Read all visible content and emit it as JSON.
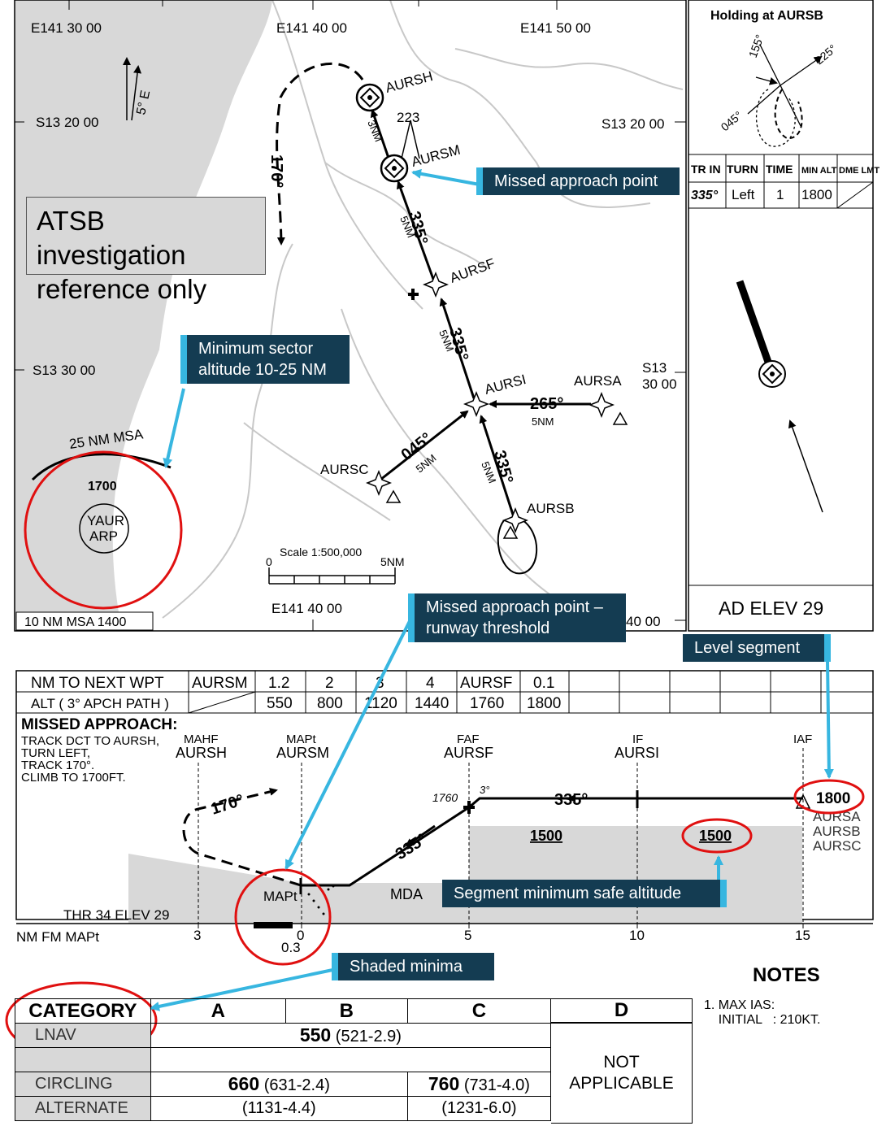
{
  "plan_view": {
    "grid_labels": {
      "lon_30": "E141 30 00",
      "lon_40": "E141 40 00",
      "lon_50": "E141 50 00",
      "lon_bottom": "E141 40 00",
      "lon_bottom_right": "40 00",
      "lat_20_left": "S13 20 00",
      "lat_20_right": "S13 20 00",
      "lat_30_left": "S13 30 00",
      "lat_30_right_a": "S13",
      "lat_30_right_b": "30 00"
    },
    "variation": "5° E",
    "waypoints": [
      "AURSH",
      "AURSM",
      "AURSF",
      "AURSI",
      "AURSA",
      "AURSC",
      "AURSB"
    ],
    "tracks": {
      "missed_turn": "170°",
      "inbound_final": "335°",
      "inbound_i_f": "335°",
      "from_a": "265°",
      "from_c": "045°",
      "from_b": "335°"
    },
    "distances": {
      "h_m": "3NM",
      "m_f": "5NM",
      "f_i": "5NM",
      "a_i": "5NM",
      "c_i": "5NM",
      "b_i": "5NM"
    },
    "obstacle_height": "223",
    "msa": {
      "arc_label": "25 NM MSA",
      "altitude": "1700",
      "center_a": "YAUR",
      "center_b": "ARP",
      "ten_nm": "10 NM MSA 1400"
    },
    "scale": {
      "label": "Scale 1:500,000",
      "zero": "0",
      "max": "5NM"
    }
  },
  "holding": {
    "title": "Holding at AURSB",
    "bearings": [
      "155°",
      "225°",
      "045°"
    ],
    "headers": [
      "TR IN",
      "TURN",
      "TIME",
      "MIN ALT",
      "DME LMT"
    ],
    "values": [
      "335°",
      "Left",
      "1",
      "1800",
      ""
    ],
    "ad_elev": "AD ELEV 29"
  },
  "annotations": {
    "atsb": "ATSB investigation reference only",
    "map": "Missed approach point",
    "msa": "Minimum sector altitude 10-25 NM",
    "map_thr": "Missed approach point – runway threshold",
    "level": "Level segment",
    "msa_seg": "Segment minimum safe altitude",
    "shaded": "Shaded minima"
  },
  "profile_table": {
    "row1_label": "NM TO NEXT WPT",
    "row1_values": [
      "AURSM",
      "1.2",
      "2",
      "3",
      "4",
      "AURSF",
      "0.1",
      "",
      "",
      "",
      "",
      ""
    ],
    "row2_label": "ALT ( 3° APCH PATH )",
    "row2_values": [
      "",
      "550",
      "800",
      "1120",
      "1440",
      "1760",
      "1800",
      "",
      "",
      "",
      "",
      ""
    ]
  },
  "profile": {
    "missed_title": "MISSED APPROACH:",
    "missed_text": [
      "TRACK DCT TO AURSH,",
      "TURN LEFT,",
      "TRACK 170°.",
      "CLIMB TO 1700FT."
    ],
    "fixes": [
      {
        "role": "MAHF",
        "name": "AURSH"
      },
      {
        "role": "MAPt",
        "name": "AURSM"
      },
      {
        "role": "FAF",
        "name": "AURSF"
      },
      {
        "role": "IF",
        "name": "AURSI"
      },
      {
        "role": "IAF",
        "name": ""
      }
    ],
    "turn_track": "170°",
    "final_track": "335°",
    "level_track": "335°",
    "faf_alt": "1760",
    "glide_angle": "3°",
    "iaf_alt": "1800",
    "iaf_waypoints": [
      "AURSA",
      "AURSB",
      "AURSC"
    ],
    "segment_alts": [
      "1500",
      "1500"
    ],
    "mda": "MDA",
    "mapt": "MAPt",
    "thr": "THR 34 ELEV 29",
    "axis_label": "NM FM MAPt",
    "axis_ticks": [
      "3",
      "0",
      "5",
      "10",
      "15"
    ],
    "axis_sub": "0.3"
  },
  "minima": {
    "headers": [
      "CATEGORY",
      "A",
      "B",
      "C",
      "D"
    ],
    "lnav_label": "LNAV",
    "lnav_value": "550",
    "lnav_paren": "(521-2.9)",
    "circling_label": "CIRCLING",
    "circ_ab_value": "660",
    "circ_ab_paren": "(631-2.4)",
    "circ_c_value": "760",
    "circ_c_paren": "(731-4.0)",
    "alternate_label": "ALTERNATE",
    "alt_ab": "(1131-4.4)",
    "alt_c": "(1231-6.0)",
    "d_text_a": "NOT",
    "d_text_b": "APPLICABLE"
  },
  "notes": {
    "title": "NOTES",
    "text": "1. MAX IAS:\n    INITIAL   : 210KT."
  },
  "colors": {
    "annotation_bg": "#143c52",
    "annotation_accent": "#37b6e0",
    "highlight_circle": "#e01010",
    "land_shade": "#d8d8d8"
  }
}
